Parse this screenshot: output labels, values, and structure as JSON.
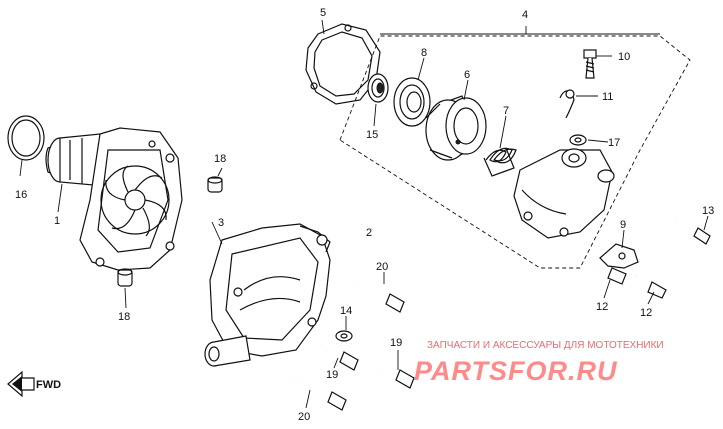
{
  "callouts": {
    "c1": "1",
    "c2": "2",
    "c3": "3",
    "c4": "4",
    "c5": "5",
    "c6": "6",
    "c7": "7",
    "c8": "8",
    "c9": "9",
    "c10": "10",
    "c11": "11",
    "c12a": "12",
    "c12b": "12",
    "c13": "13",
    "c14": "14",
    "c15": "15",
    "c16": "16",
    "c17": "17",
    "c18a": "18",
    "c18b": "18",
    "c19a": "19",
    "c19b": "19",
    "c20a": "20",
    "c20b": "20"
  },
  "orientation": {
    "label": "FWD"
  },
  "watermark": {
    "subtitle": "ЗАПЧАСТИ И АКСЕССУАРЫ ДЛЯ МОТОТЕХНИКИ",
    "brand": "PARTSFOR.RU",
    "color": "#ff8a8a"
  }
}
